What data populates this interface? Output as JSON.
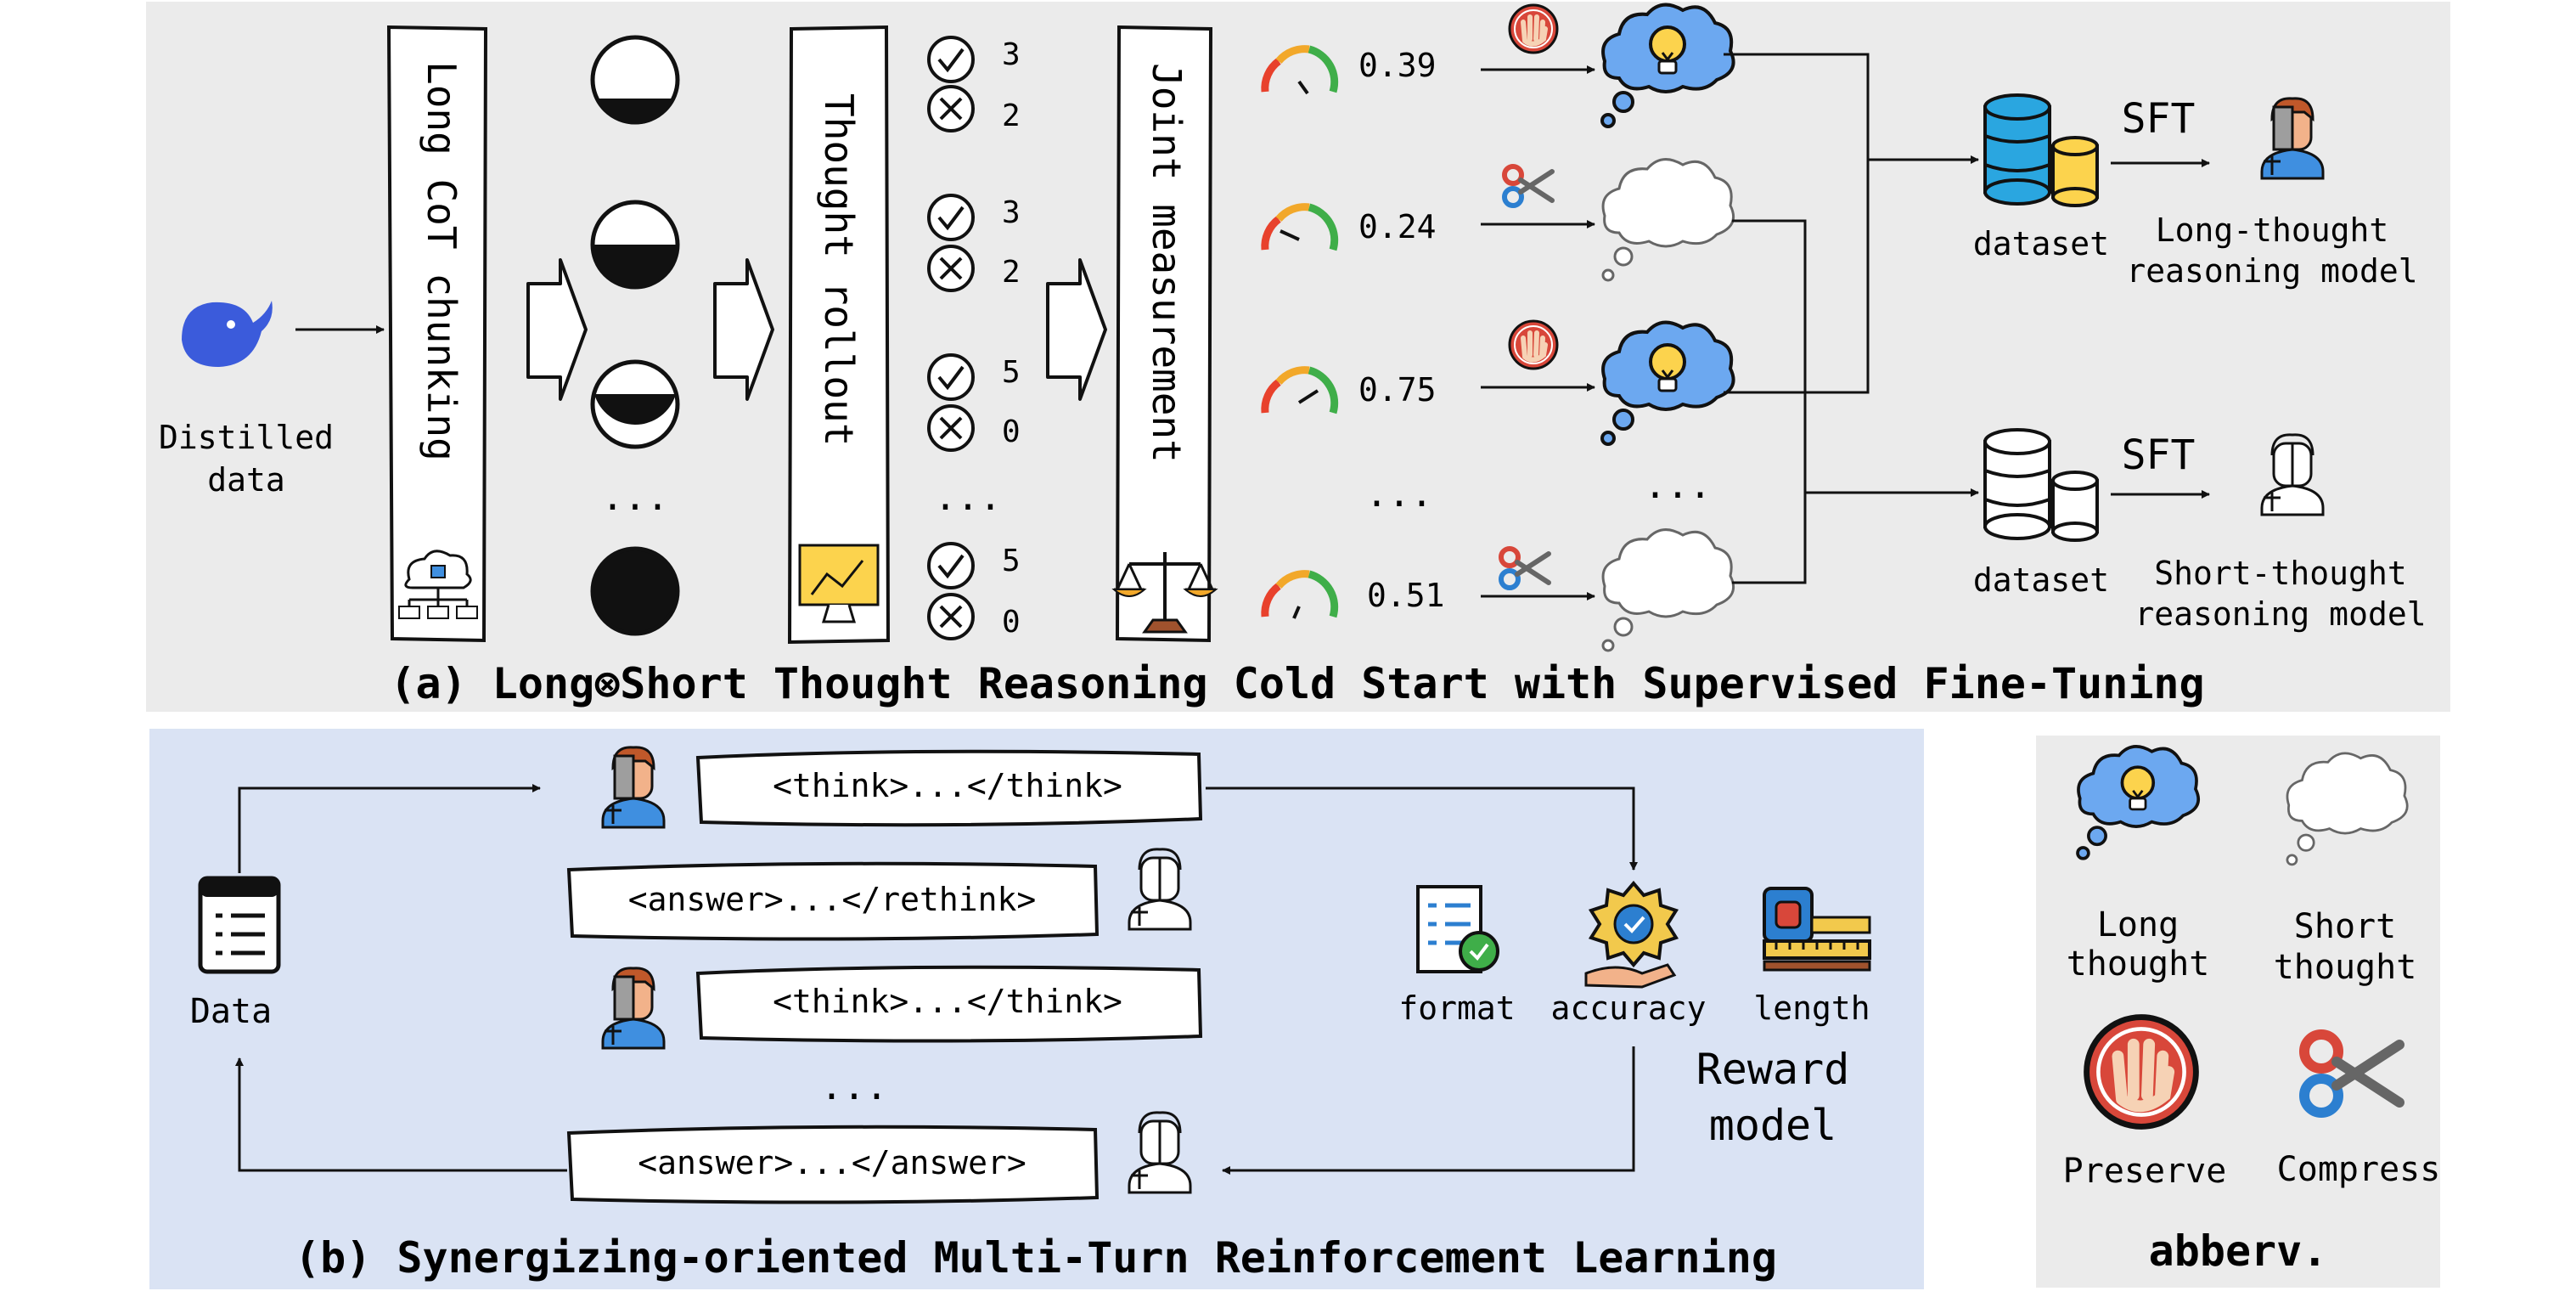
{
  "panel_a": {
    "title": "(a) Long⊗Short Thought Reasoning Cold Start with Supervised Fine-Tuning",
    "source_label": [
      "Distilled",
      "data"
    ],
    "stages": [
      "Long CoT chunking",
      "Thought rollout",
      "Joint measurement"
    ],
    "ellipsis": "...",
    "rollout_counts": [
      {
        "correct": "3",
        "wrong": "2"
      },
      {
        "correct": "3",
        "wrong": "2"
      },
      {
        "correct": "5",
        "wrong": "0"
      },
      {
        "correct": "5",
        "wrong": "0"
      }
    ],
    "scores": [
      "0.39",
      "0.24",
      "0.75",
      "0.51"
    ],
    "datasets": [
      {
        "label": "dataset",
        "method": "SFT",
        "model": [
          "Long-thought",
          "reasoning model"
        ]
      },
      {
        "label": "dataset",
        "method": "SFT",
        "model": [
          "Short-thought",
          "reasoning model"
        ]
      }
    ]
  },
  "panel_b": {
    "title": "(b) Synergizing-oriented Multi-Turn Reinforcement Learning",
    "data_label": "Data",
    "messages": [
      "<think>...</think>",
      "<answer>...</rethink>",
      "<think>...</think>",
      "<answer>...</answer>"
    ],
    "ellipsis": "...",
    "rewards": [
      "format",
      "accuracy",
      "length"
    ],
    "reward_model": [
      "Reward",
      "model"
    ]
  },
  "legend": {
    "items": [
      [
        "Long",
        "thought"
      ],
      [
        "Short",
        "thought"
      ],
      [
        "Preserve"
      ],
      [
        "Compress"
      ]
    ],
    "title": "abberv."
  },
  "colors": {
    "panel_a_bg": "#ebebeb",
    "panel_b_bg": "#dae3f4",
    "legend_bg": "#ebebeb",
    "bulb_cloud": "#6ca8f0",
    "preserve_red": "#d8473a",
    "db_blue": "#2aa6e0"
  }
}
